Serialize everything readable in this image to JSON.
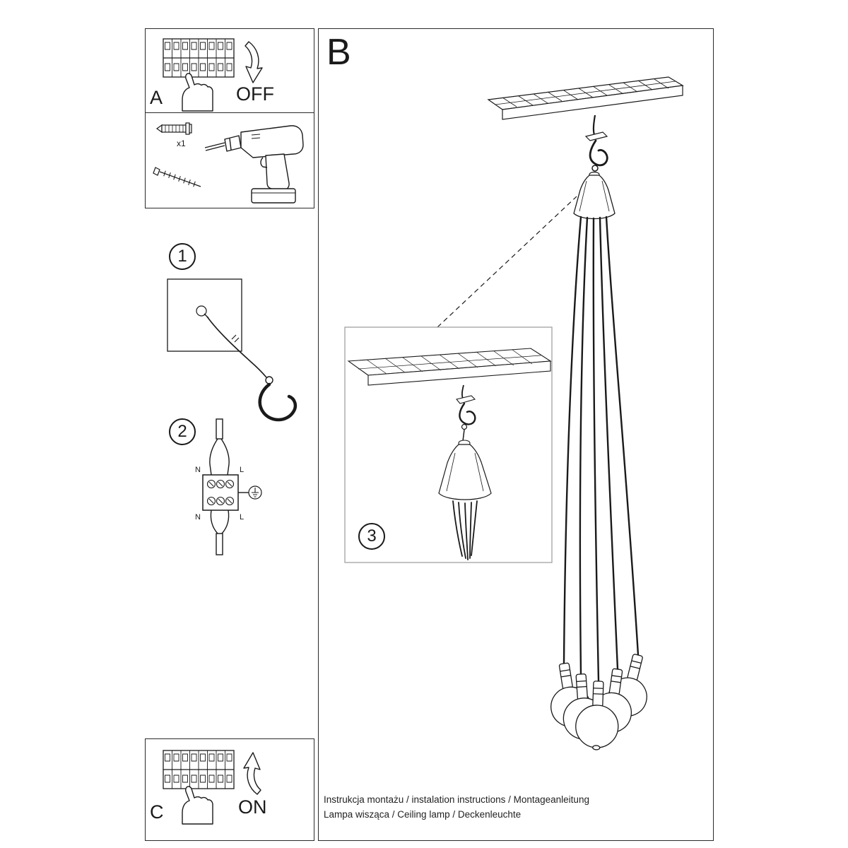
{
  "sections": {
    "breaker_off": {
      "label": "A",
      "state": "OFF"
    },
    "breaker_on": {
      "label": "C",
      "state": "ON"
    },
    "main": {
      "label": "B"
    },
    "drill": {
      "quantity": "x1"
    }
  },
  "steps": {
    "hook": "1",
    "wiring": "2",
    "canopy": "3"
  },
  "wiring_labels": {
    "n_top": "N",
    "l_top": "L",
    "n_bottom": "N",
    "l_bottom": "L"
  },
  "footer": {
    "line1": "Instrukcja montażu / instalation instructions / Montageanleitung",
    "line2": "Lampa wisząca / Ceiling lamp  / Deckenleuchte"
  },
  "colors": {
    "line": "#1a1a1a",
    "inset_border": "#9a9a9a"
  }
}
